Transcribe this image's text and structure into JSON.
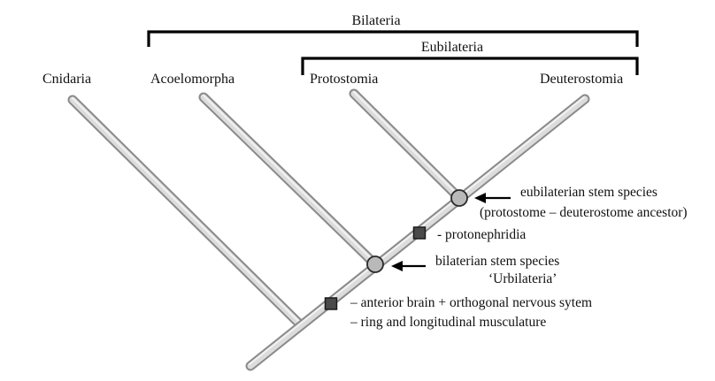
{
  "clades": {
    "bilateria": "Bilateria",
    "eubilateria": "Eubilateria"
  },
  "taxa": {
    "cnidaria": "Cnidaria",
    "acoelomorpha": "Acoelomorpha",
    "protostomia": "Protostomia",
    "deuterostomia": "Deuterostomia"
  },
  "nodes": {
    "eubilaterian": {
      "line1": "eubilaterian stem species",
      "line2": "(protostome – deuterostome ancestor)"
    },
    "bilaterian": {
      "line1": "bilaterian stem species",
      "line2": "‘Urbilateria’"
    }
  },
  "apomorphies": {
    "protonephridia": "- protonephridia",
    "brain": "– anterior brain + orthogonal nervous sytem",
    "muscle": "– ring and longitudinal musculature"
  },
  "colors": {
    "branch_fill": "#dcdcdc",
    "branch_edge": "#8a8a8a",
    "node_fill": "#b9b9b9",
    "apomorphy_fill": "#4a4a4a"
  }
}
